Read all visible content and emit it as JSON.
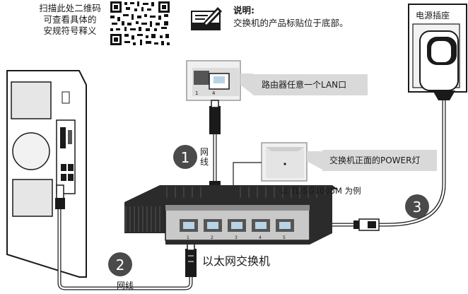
{
  "qr_caption": [
    "扫描此处二维码",
    "可查看具体的",
    "安规符号释义"
  ],
  "note": {
    "title": "说明:",
    "body": "交换机的产品标贴位于底部。"
  },
  "callouts": {
    "lan_port": "路由器任意一个LAN口",
    "power_led": "交换机正面的POWER灯",
    "power_outlet": "电源插座"
  },
  "model_caption": "以 TL-SG1005M 为例",
  "switch_caption": "以太网交换机",
  "cable_label_top": "网线",
  "cable_label_bottom": "网线",
  "steps": [
    "1",
    "2",
    "3"
  ],
  "router_port_numbers": [
    "1",
    "4"
  ],
  "switch_port_numbers": [
    "1",
    "2",
    "3",
    "4",
    "5"
  ],
  "colors": {
    "step_circle": "#4a4a4a",
    "callout_bg": "#d9d9d9",
    "device_dark": "#2b2b2b",
    "port_blue": "#b8d3e6"
  }
}
